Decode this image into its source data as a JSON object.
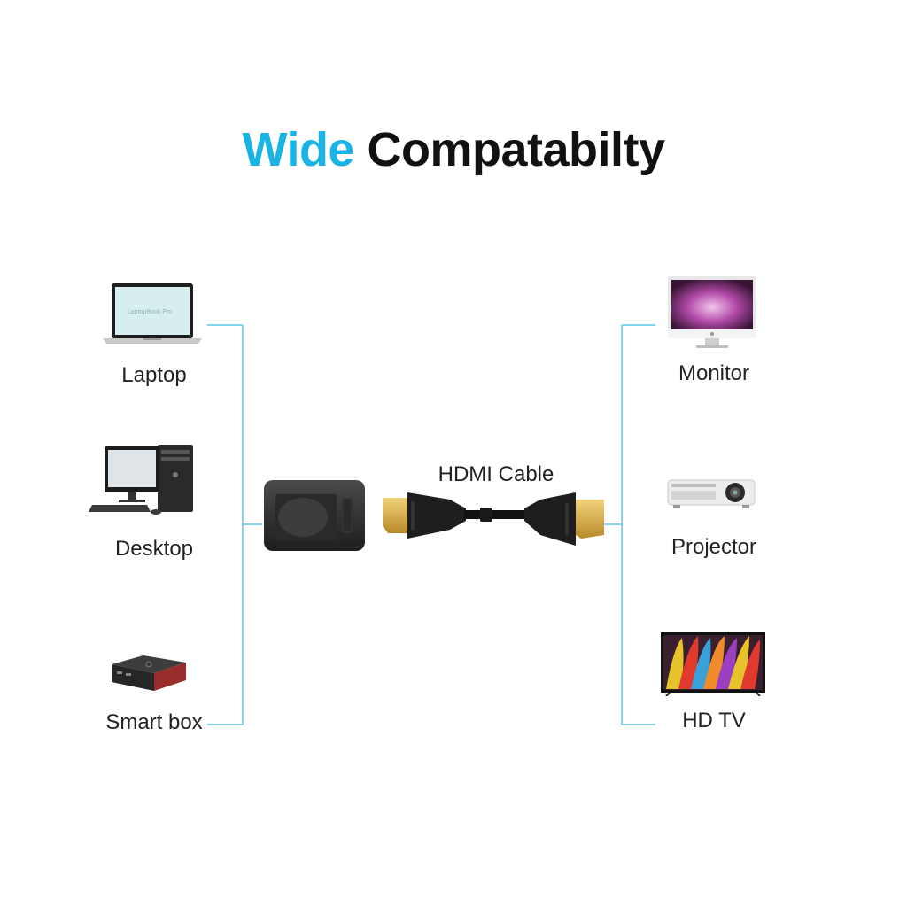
{
  "title": {
    "accent": "Wide",
    "rest": "Compatabilty",
    "accent_color": "#1ab3e6"
  },
  "left_devices": [
    {
      "label": "Laptop",
      "icon": "laptop-icon"
    },
    {
      "label": "Desktop",
      "icon": "desktop-icon"
    },
    {
      "label": "Smart box",
      "icon": "smart-box-icon"
    }
  ],
  "right_devices": [
    {
      "label": "Monitor",
      "icon": "monitor-icon"
    },
    {
      "label": "Projector",
      "icon": "projector-icon"
    },
    {
      "label": "HD TV",
      "icon": "hd-tv-icon"
    }
  ],
  "center": {
    "cable_label": "HDMI Cable",
    "laptop_screen_text": "LaptopBook Pro"
  },
  "colors": {
    "connector_line": "#5bc8e8",
    "device_dark": "#2b2b2b",
    "gold": "#d9b34a"
  }
}
